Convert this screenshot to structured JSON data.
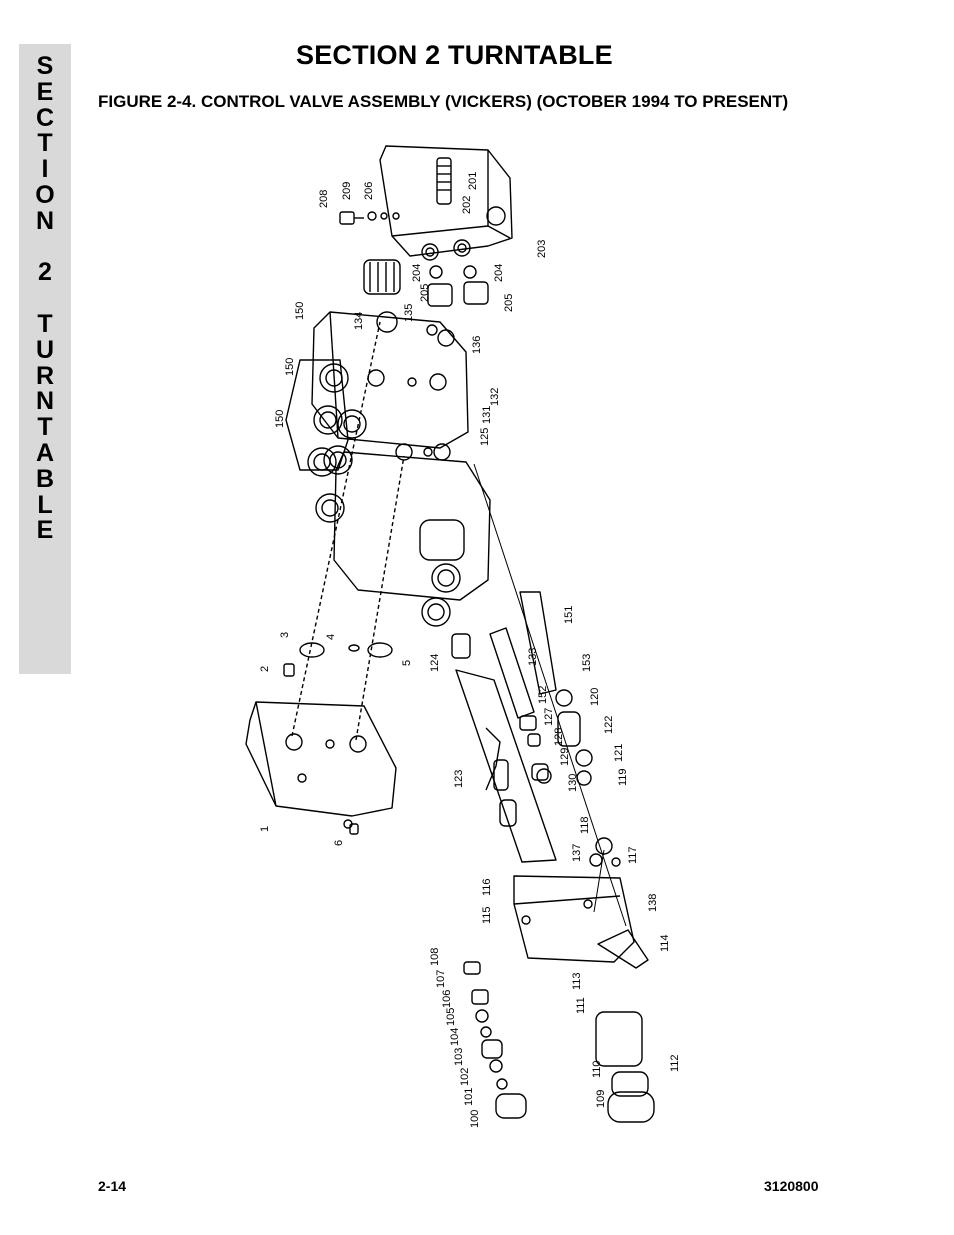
{
  "side_tab": {
    "letters": "S\nE\nC\nT\nI\nO\nN\n \n2\n \nT\nU\nR\nN\nT\nA\nB\nL\nE"
  },
  "header": {
    "section_title": "SECTION 2  TURNTABLE",
    "figure_title": "FIGURE 2-4.    CONTROL VALVE ASSEMBLY (VICKERS) (OCTOBER 1994 TO PRESENT)"
  },
  "callouts": {
    "c1": "1",
    "c2": "2",
    "c3": "3",
    "c4": "4",
    "c5": "5",
    "c6": "6",
    "c100": "100",
    "c101": "101",
    "c102": "102",
    "c103": "103",
    "c104": "104",
    "c105": "105",
    "c106": "106",
    "c107": "107",
    "c108": "108",
    "c109": "109",
    "c110": "110",
    "c111": "111",
    "c112": "112",
    "c113": "113",
    "c114": "114",
    "c115": "115",
    "c116": "116",
    "c117": "117",
    "c118": "118",
    "c119": "119",
    "c120": "120",
    "c121": "121",
    "c122": "122",
    "c123": "123",
    "c124": "124",
    "c125": "125",
    "c127": "127",
    "c128": "128",
    "c129": "129",
    "c130": "130",
    "c131": "131",
    "c132": "132",
    "c133": "133",
    "c134": "134",
    "c135": "135",
    "c136": "136",
    "c137": "137",
    "c138": "138",
    "c150a": "150",
    "c150b": "150",
    "c150c": "150",
    "c151": "151",
    "c152": "152",
    "c153": "153",
    "c201": "201",
    "c202": "202",
    "c203": "203",
    "c204a": "204",
    "c204b": "204",
    "c205a": "205",
    "c205b": "205",
    "c206": "206",
    "c208": "208",
    "c209": "209"
  },
  "footer": {
    "page_number": "2-14",
    "manual_number": "3120800"
  }
}
